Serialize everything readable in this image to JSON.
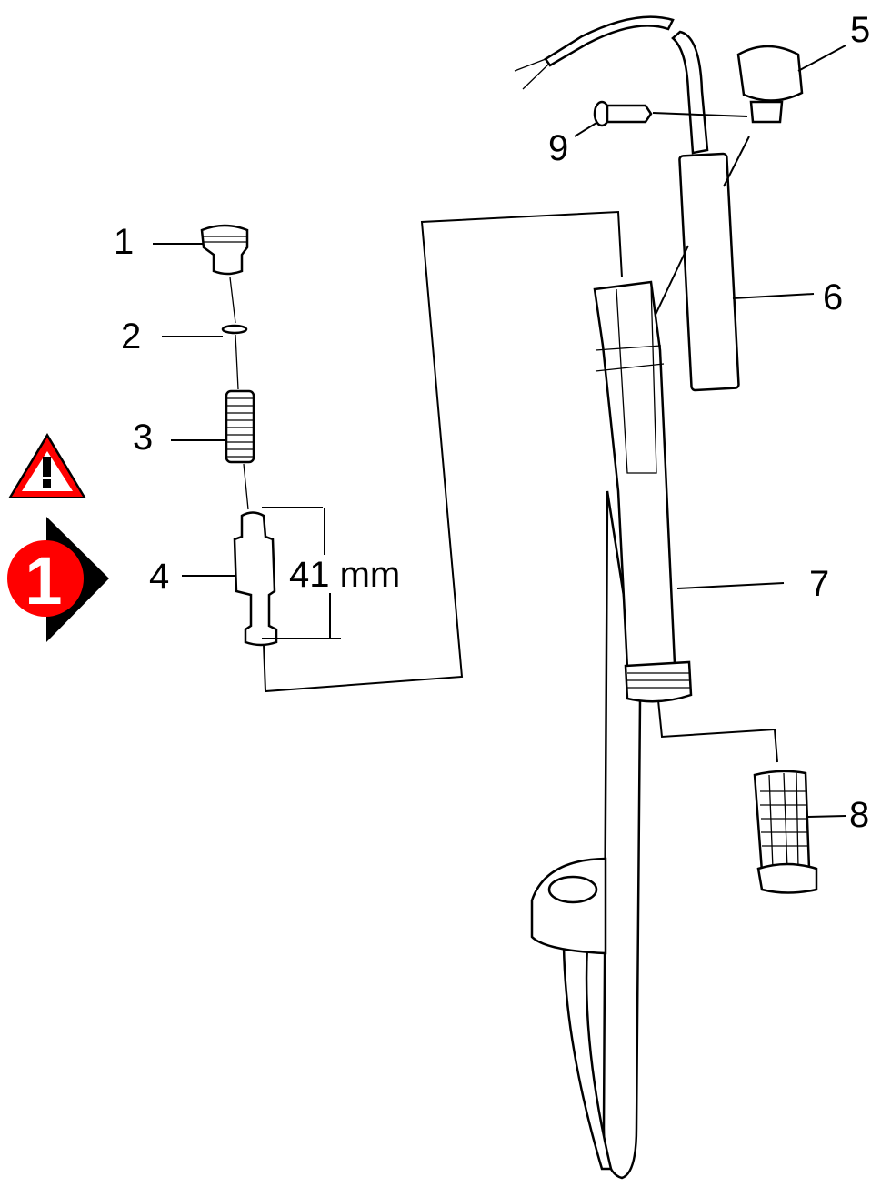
{
  "diagram": {
    "callouts": [
      "1",
      "2",
      "3",
      "4",
      "5",
      "6",
      "7",
      "8",
      "9"
    ],
    "dimension": "41 mm",
    "step_number": "1",
    "colors": {
      "warning_red": "#ff0000",
      "step_red": "#ff0000",
      "line": "#000000"
    }
  },
  "icons": {
    "warning": "warning-triangle-icon",
    "step": "step-badge-icon"
  }
}
